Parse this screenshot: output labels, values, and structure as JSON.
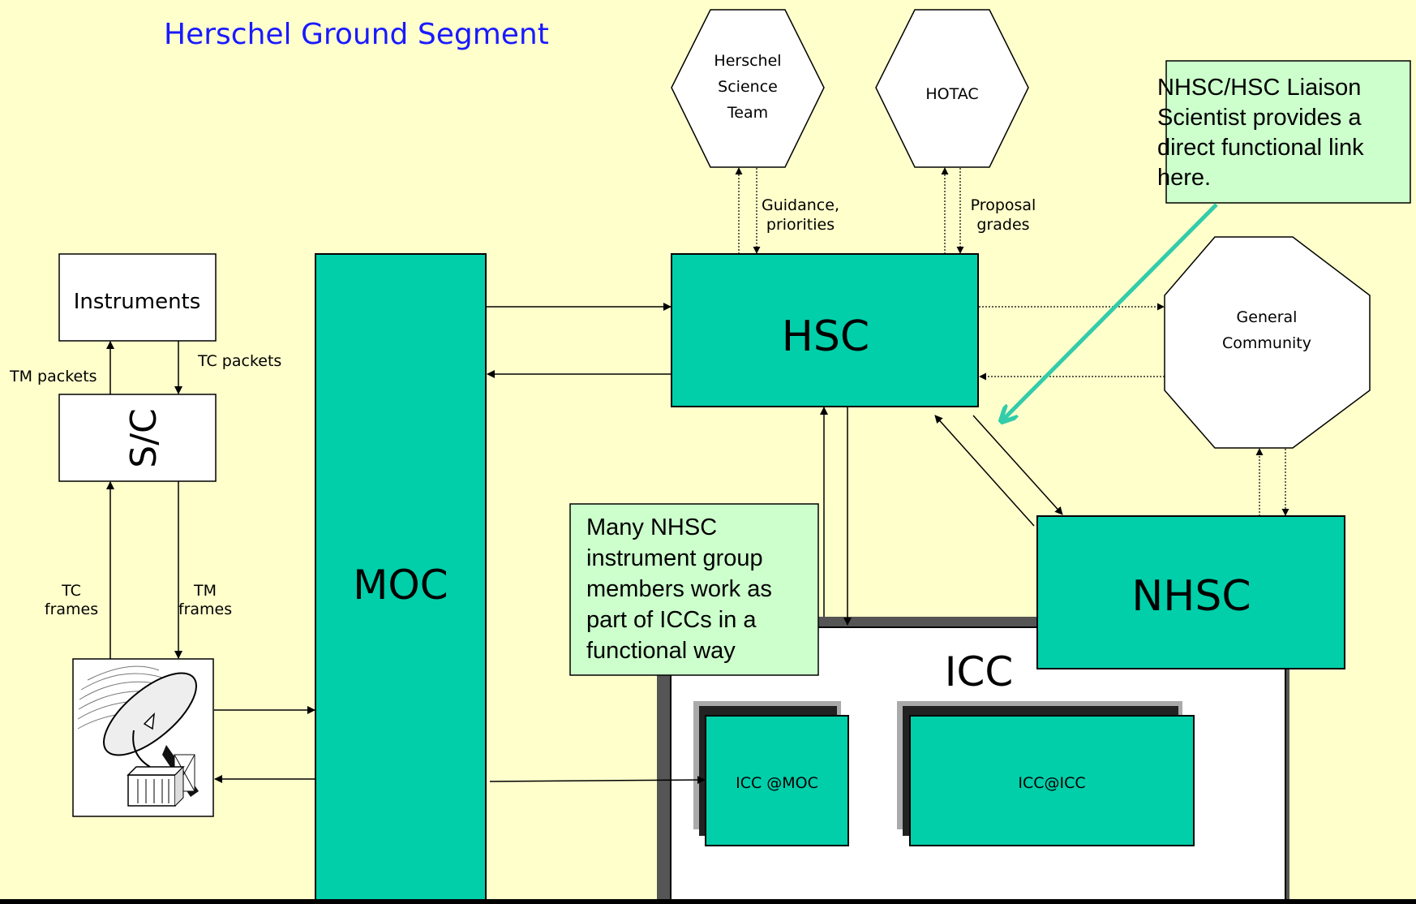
{
  "title": "Herschel Ground Segment",
  "colors": {
    "background": "#ffffcc",
    "teal": "#00cfaa",
    "title_blue": "#1a1aff",
    "note_fill": "#ccffcc",
    "arrow_teal": "#33ccaa"
  },
  "nodes": {
    "instruments": "Instruments",
    "spacecraft": "S/C",
    "moc": "MOC",
    "hsc": "HSC",
    "nhsc": "NHSC",
    "icc": "ICC",
    "icc_moc": "ICC @MOC",
    "icc_icc": "ICC@ICC",
    "science_team": [
      "Herschel",
      "Science",
      "Team"
    ],
    "hotac": "HOTAC",
    "community": [
      "General",
      "Community"
    ]
  },
  "links": {
    "tm_packets": "TM packets",
    "tc_packets": "TC packets",
    "tc_frames": [
      "TC",
      "frames"
    ],
    "tm_frames": [
      "TM",
      "frames"
    ],
    "guidance": [
      "Guidance,",
      "priorities"
    ],
    "proposal": [
      "Proposal",
      "grades"
    ]
  },
  "notes": {
    "liaison": [
      "NHSC/HSC Liaison",
      "Scientist provides a",
      "direct functional link",
      "here."
    ],
    "nhsc_members": [
      "Many NHSC",
      "instrument group",
      "members work as",
      "part of ICCs in a",
      "functional way"
    ]
  },
  "icons": {
    "ground_station": "satellite-dish-icon"
  }
}
